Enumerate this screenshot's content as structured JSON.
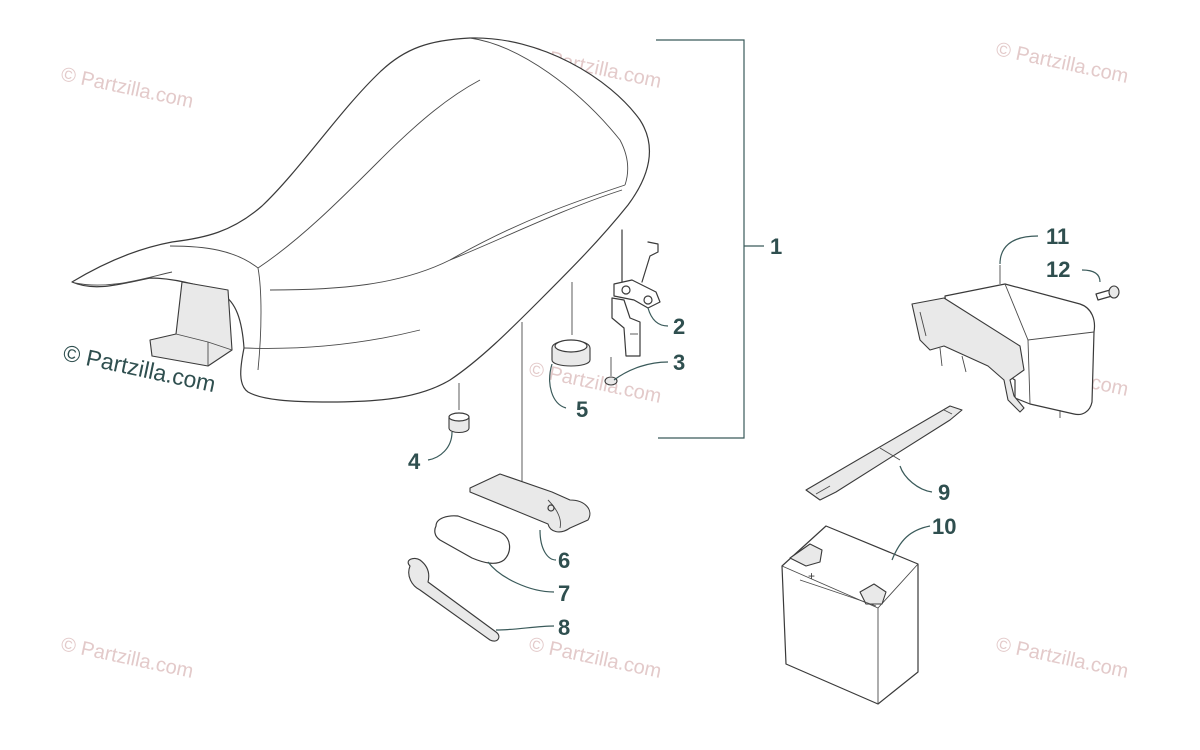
{
  "watermark": {
    "text": "© Partzilla.com",
    "main_text": "© Partzilla.com"
  },
  "callouts": [
    "1",
    "2",
    "3",
    "4",
    "5",
    "6",
    "7",
    "8",
    "9",
    "10",
    "11",
    "12"
  ],
  "battery_terminal": "+",
  "colors": {
    "callout": "#2f4f4f",
    "line": "#3a3a3a",
    "watermark": "#e3caca",
    "background": "#ffffff"
  }
}
